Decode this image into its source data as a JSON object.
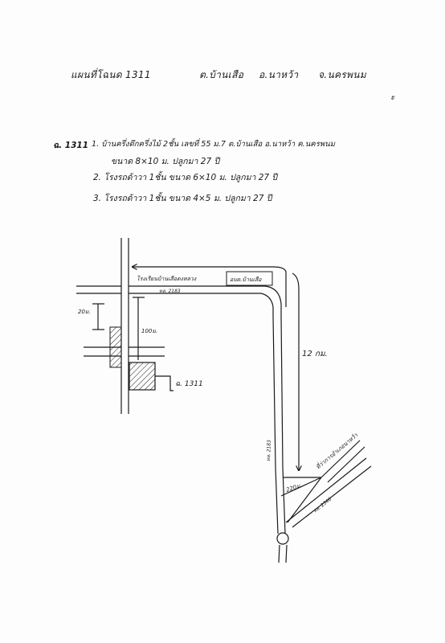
{
  "header": {
    "title": "แผนที่โฉนด 1311",
    "subdistrict": "ต.บ้านเสือ",
    "district": "อ.นาหว้า",
    "province": "จ.นครพนม",
    "mark": "ะ"
  },
  "list": {
    "ref": "ฉ. 1311",
    "item1_line1": "1. บ้านครึ่งตึกครึ่งไม้ 2ชั้น เลขที่ 55 ม.7 ต.บ้านเสือ อ.นาหว้า ค.นครพนม",
    "item1_line2": "ขนาด 8×10 ม. ปลูกมา 27 ปี",
    "item2": "2. โรงรถด้าวา 1ชั้น ขนาด 6×10 ม. ปลูกมา 27 ปี",
    "item3": "3. โรงรถด้าวา 1ชั้น ขนาด 4×5 ม. ปลูกมา 27 ปี"
  },
  "map": {
    "label_school": "โรงเรียนบ้านเสือดงหลวง",
    "label_road_top": "ทล. 2183",
    "label_house": "อบต.บ้านเสือ",
    "label_distance_left": "20ม.",
    "label_distance_mid": "100ม.",
    "label_distance_right": "12 กม.",
    "label_parcel": "ฉ. 1311",
    "label_road_vertical": "ทล. 2183",
    "label_junction": "220ม.",
    "label_road_bottom": "ทล. 2346",
    "label_district": "ที่ว่าการอำเภอนาหว้า"
  }
}
